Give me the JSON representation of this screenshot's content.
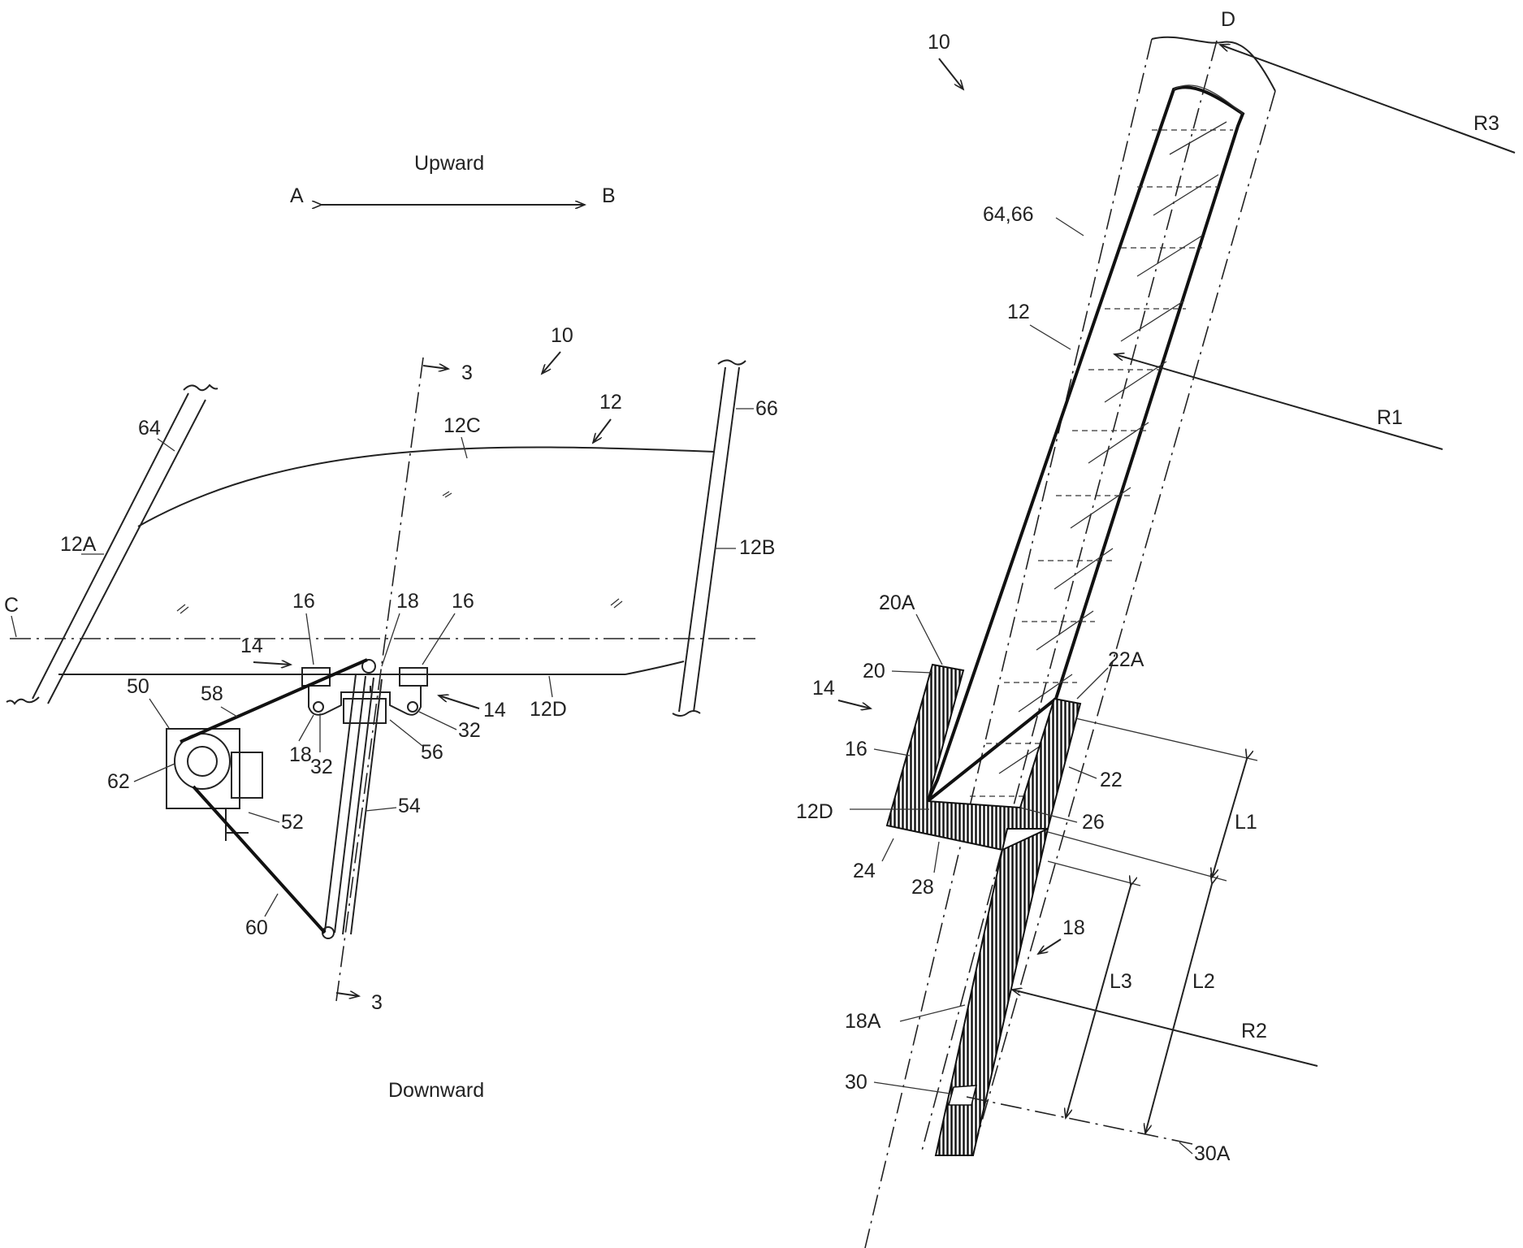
{
  "left_figure": {
    "direction_top": "Upward",
    "direction_bottom": "Downward",
    "direction_left": "A",
    "direction_right": "B",
    "axis_c": "C",
    "section_top": "3",
    "section_bottom": "3",
    "ref_assembly": "10",
    "ref_glass": "12",
    "ref_glass_front": "12A",
    "ref_glass_rear": "12B",
    "ref_glass_top": "12C",
    "ref_glass_bottom": "12D",
    "ref_carrier": "14",
    "ref_carrier_2": "14",
    "ref_holder_left": "16",
    "ref_holder_right": "16",
    "ref_bracket_top": "18",
    "ref_bracket_bottom": "18",
    "ref_pin_left": "32",
    "ref_pin_right": "32",
    "ref_front_rail": "64",
    "ref_rear_rail": "66",
    "ref_motor": "50",
    "ref_mount": "52",
    "ref_rail": "54",
    "ref_slider": "56",
    "ref_cable_upper": "58",
    "ref_cable_lower": "60",
    "ref_drum": "62"
  },
  "right_figure": {
    "ref_assembly": "10",
    "ref_d": "D",
    "ref_r3": "R3",
    "ref_r1": "R1",
    "ref_r2": "R2",
    "ref_rails": "64,66",
    "ref_glass": "12",
    "ref_20a": "20A",
    "ref_20": "20",
    "ref_14": "14",
    "ref_16": "16",
    "ref_12d": "12D",
    "ref_22a": "22A",
    "ref_22": "22",
    "ref_26": "26",
    "ref_24": "24",
    "ref_28": "28",
    "ref_18": "18",
    "ref_18a": "18A",
    "ref_30": "30",
    "ref_30a": "30A",
    "ref_l1": "L1",
    "ref_l2": "L2",
    "ref_l3": "L3"
  }
}
